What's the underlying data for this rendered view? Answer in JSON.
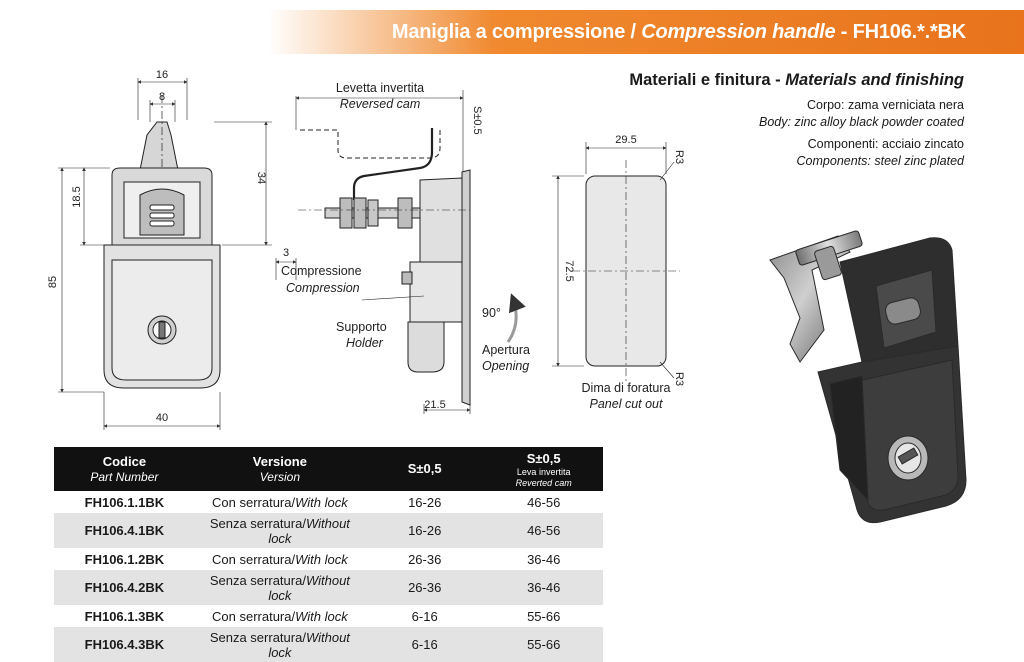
{
  "header": {
    "title_it": "Maniglia a compressione /",
    "title_en": "Compression handle",
    "title_code": "- FH106.*.*BK"
  },
  "materials": {
    "title_it": "Materiali e finitura -",
    "title_en": "Materials and finishing",
    "body_it": "Corpo: zama verniciata nera",
    "body_en": "Body: zinc alloy black powder coated",
    "comp_it": "Componenti: acciaio zincato",
    "comp_en": "Components: steel zinc plated"
  },
  "front_view": {
    "dim_width_top": "16",
    "dim_width_inner": "8",
    "dim_height_upper": "18.5",
    "dim_height_total": "85",
    "dim_right": "34",
    "dim_width_bottom": "40"
  },
  "side_view": {
    "reversed_cam_it": "Levetta invertita",
    "reversed_cam_en": "Reversed cam",
    "s_label": "S±0.5",
    "compression_dim": "3",
    "compression_it": "Compressione",
    "compression_en": "Compression",
    "holder_it": "Supporto",
    "holder_en": "Holder",
    "angle": "90°",
    "opening_it": "Apertura",
    "opening_en": "Opening",
    "dim_bottom": "21.5"
  },
  "cutout_view": {
    "dim_width": "29.5",
    "dim_radius_top": "R3",
    "dim_height": "72.5",
    "dim_radius_bottom": "R3",
    "label_it": "Dima di foratura",
    "label_en": "Panel cut out"
  },
  "table": {
    "headers": {
      "code_it": "Codice",
      "code_en": "Part Number",
      "version_it": "Versione",
      "version_en": "Version",
      "s": "S±0,5",
      "s2": "S±0,5",
      "s2_it": "Leva invertita",
      "s2_en": "Reverted cam"
    },
    "rows": [
      {
        "code": "FH106.1.1BK",
        "version_it": "Con serratura",
        "version_en": "With lock",
        "s": "16-26",
        "s2": "46-56"
      },
      {
        "code": "FH106.4.1BK",
        "version_it": "Senza serratura",
        "version_en": "Without lock",
        "s": "16-26",
        "s2": "46-56"
      },
      {
        "code": "FH106.1.2BK",
        "version_it": "Con serratura",
        "version_en": "With lock",
        "s": "26-36",
        "s2": "36-46"
      },
      {
        "code": "FH106.4.2BK",
        "version_it": "Senza serratura",
        "version_en": "Without lock",
        "s": "26-36",
        "s2": "36-46"
      },
      {
        "code": "FH106.1.3BK",
        "version_it": "Con serratura",
        "version_en": "With lock",
        "s": "6-16",
        "s2": "55-66"
      },
      {
        "code": "FH106.4.3BK",
        "version_it": "Senza serratura",
        "version_en": "Without lock",
        "s": "6-16",
        "s2": "55-66"
      }
    ]
  },
  "colors": {
    "header_orange": "#e8731c",
    "table_header": "#111111",
    "row_alt": "#e3e3e3"
  }
}
